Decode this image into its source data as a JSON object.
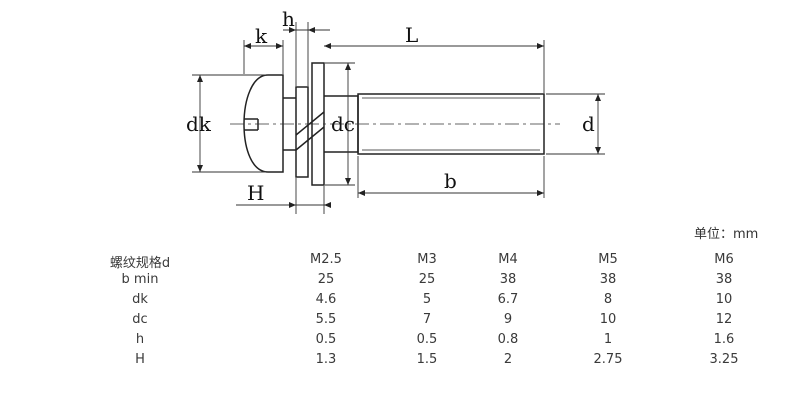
{
  "drawing": {
    "labels": {
      "k": "k",
      "h": "h",
      "L": "L",
      "dk": "dk",
      "dc": "dc",
      "d": "d",
      "b": "b",
      "H": "H"
    }
  },
  "unit_note": "单位：mm",
  "table": {
    "header": [
      "螺纹规格d",
      "M2.5",
      "M3",
      "M4",
      "M5",
      "M6"
    ],
    "rows": [
      [
        "b min",
        "25",
        "25",
        "38",
        "38",
        "38"
      ],
      [
        "dk",
        "4.6",
        "5",
        "6.7",
        "8",
        "10"
      ],
      [
        "dc",
        "5.5",
        "7",
        "9",
        "10",
        "12"
      ],
      [
        "h",
        "0.5",
        "0.5",
        "0.8",
        "1",
        "1.6"
      ],
      [
        "H",
        "1.3",
        "1.5",
        "2",
        "2.75",
        "3.25"
      ]
    ]
  }
}
